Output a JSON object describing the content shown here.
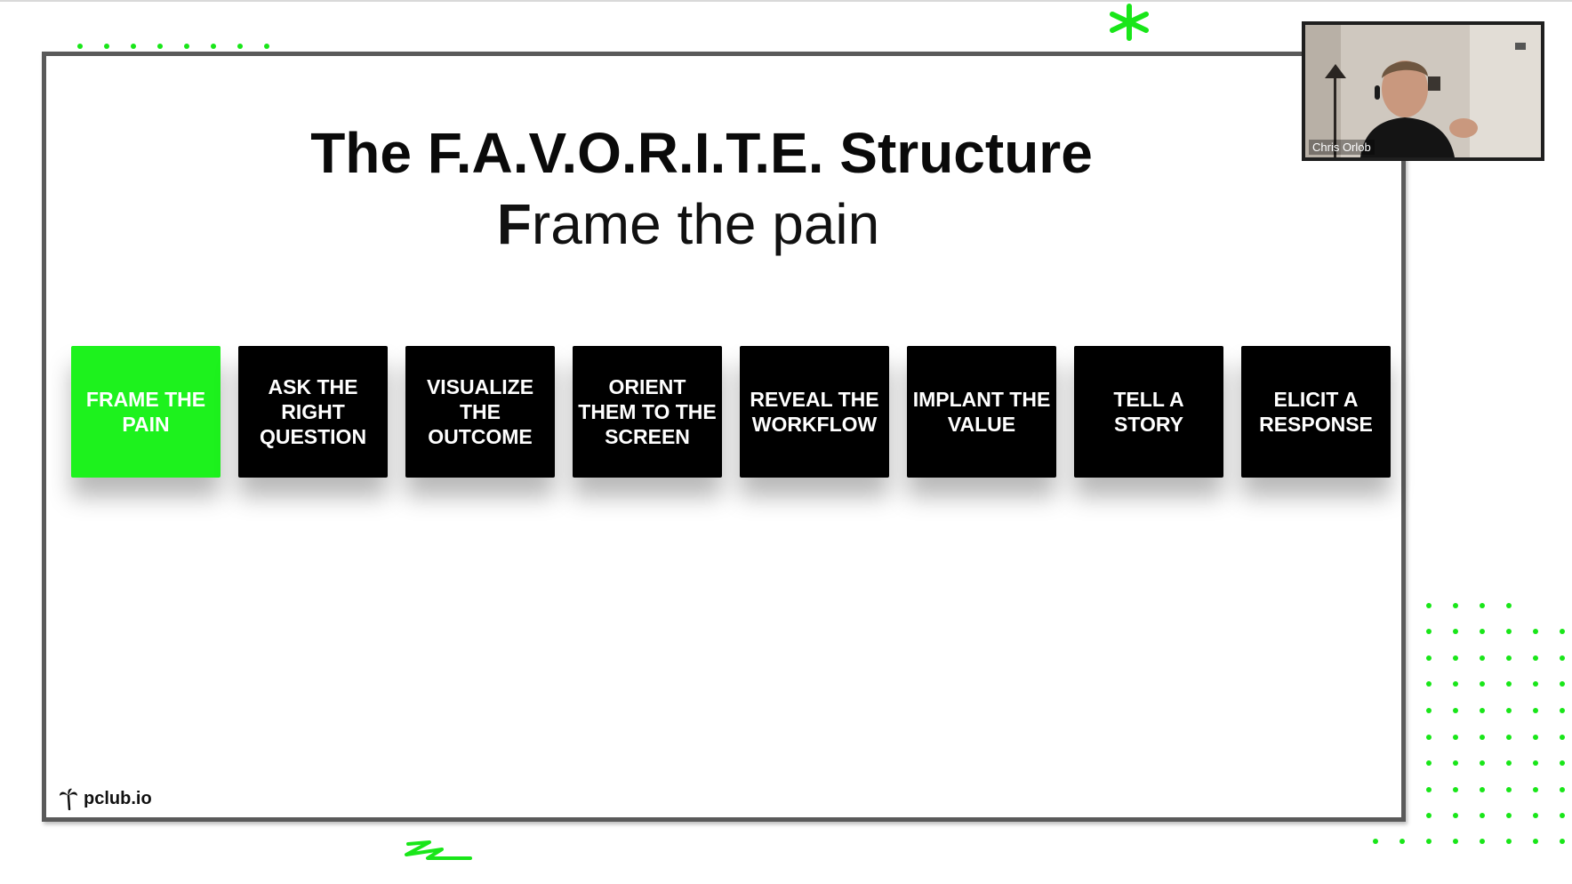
{
  "slide": {
    "title": "The F.A.V.O.R.I.T.E. Structure",
    "subtitle_first_letter": "F",
    "subtitle_rest": "rame the pain",
    "logo_text": "pclub.io",
    "steps": [
      {
        "label": "FRAME THE PAIN",
        "active": true
      },
      {
        "label": "ASK THE RIGHT QUESTION",
        "active": false
      },
      {
        "label": "VISUALIZE THE OUTCOME",
        "active": false
      },
      {
        "label": "ORIENT THEM TO THE SCREEN",
        "active": false
      },
      {
        "label": "REVEAL THE WORKFLOW",
        "active": false
      },
      {
        "label": "IMPLANT THE VALUE",
        "active": false
      },
      {
        "label": "TELL A STORY",
        "active": false
      },
      {
        "label": "ELICIT A RESPONSE",
        "active": false
      }
    ]
  },
  "video": {
    "participant_name": "Chris Orlob"
  },
  "colors": {
    "accent_green": "#1df21d",
    "dot_green": "#19e619",
    "tile_black": "#000000",
    "frame_gray": "#5a5a5a"
  },
  "icons": [
    "palm-tree-icon",
    "asterisk-icon",
    "squiggle-icon"
  ]
}
